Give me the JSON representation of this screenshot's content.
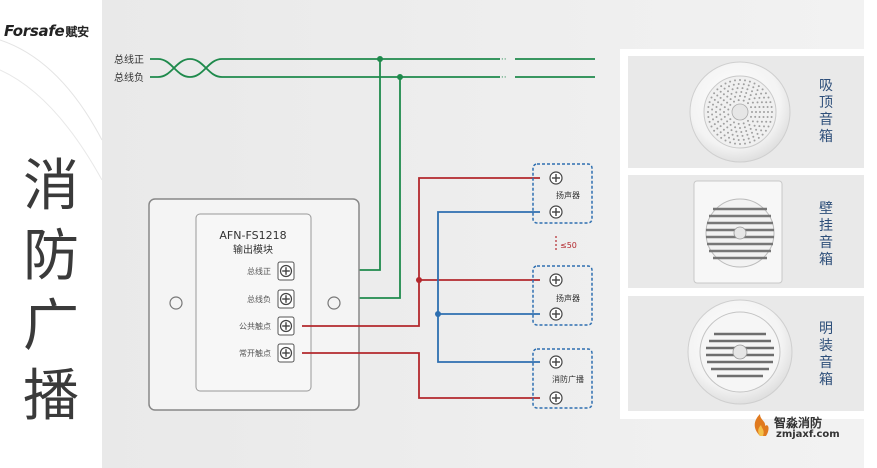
{
  "brand": {
    "logo_latin": "Forsafe",
    "logo_cn": "赋安"
  },
  "title_chars": [
    "消",
    "防",
    "广",
    "播"
  ],
  "bus": {
    "positive": "总线正",
    "negative": "总线负"
  },
  "module": {
    "model": "AFN-FS1218",
    "name": "输出模块",
    "terminals": [
      "总线正",
      "总线负",
      "公共触点",
      "常开触点"
    ]
  },
  "speakers": [
    "扬声器",
    "扬声器",
    "消防广播"
  ],
  "max_count_label": "≤50",
  "products": [
    {
      "name": "吸顶音箱",
      "chars": [
        "吸",
        "顶",
        "音",
        "箱"
      ]
    },
    {
      "name": "壁挂音箱",
      "chars": [
        "壁",
        "挂",
        "音",
        "箱"
      ]
    },
    {
      "name": "明装音箱",
      "chars": [
        "明",
        "装",
        "音",
        "箱"
      ]
    }
  ],
  "watermark": {
    "name": "智淼消防",
    "url": "zmjaxf.com"
  },
  "colors": {
    "bus_wire": "#1f8a4c",
    "common_wire": "#b3282d",
    "no_wire": "#2e6fb0",
    "speaker_box_border": "#2e6fb0",
    "product_label": "#2e4f7a",
    "background_panel": "#eeeeee"
  }
}
